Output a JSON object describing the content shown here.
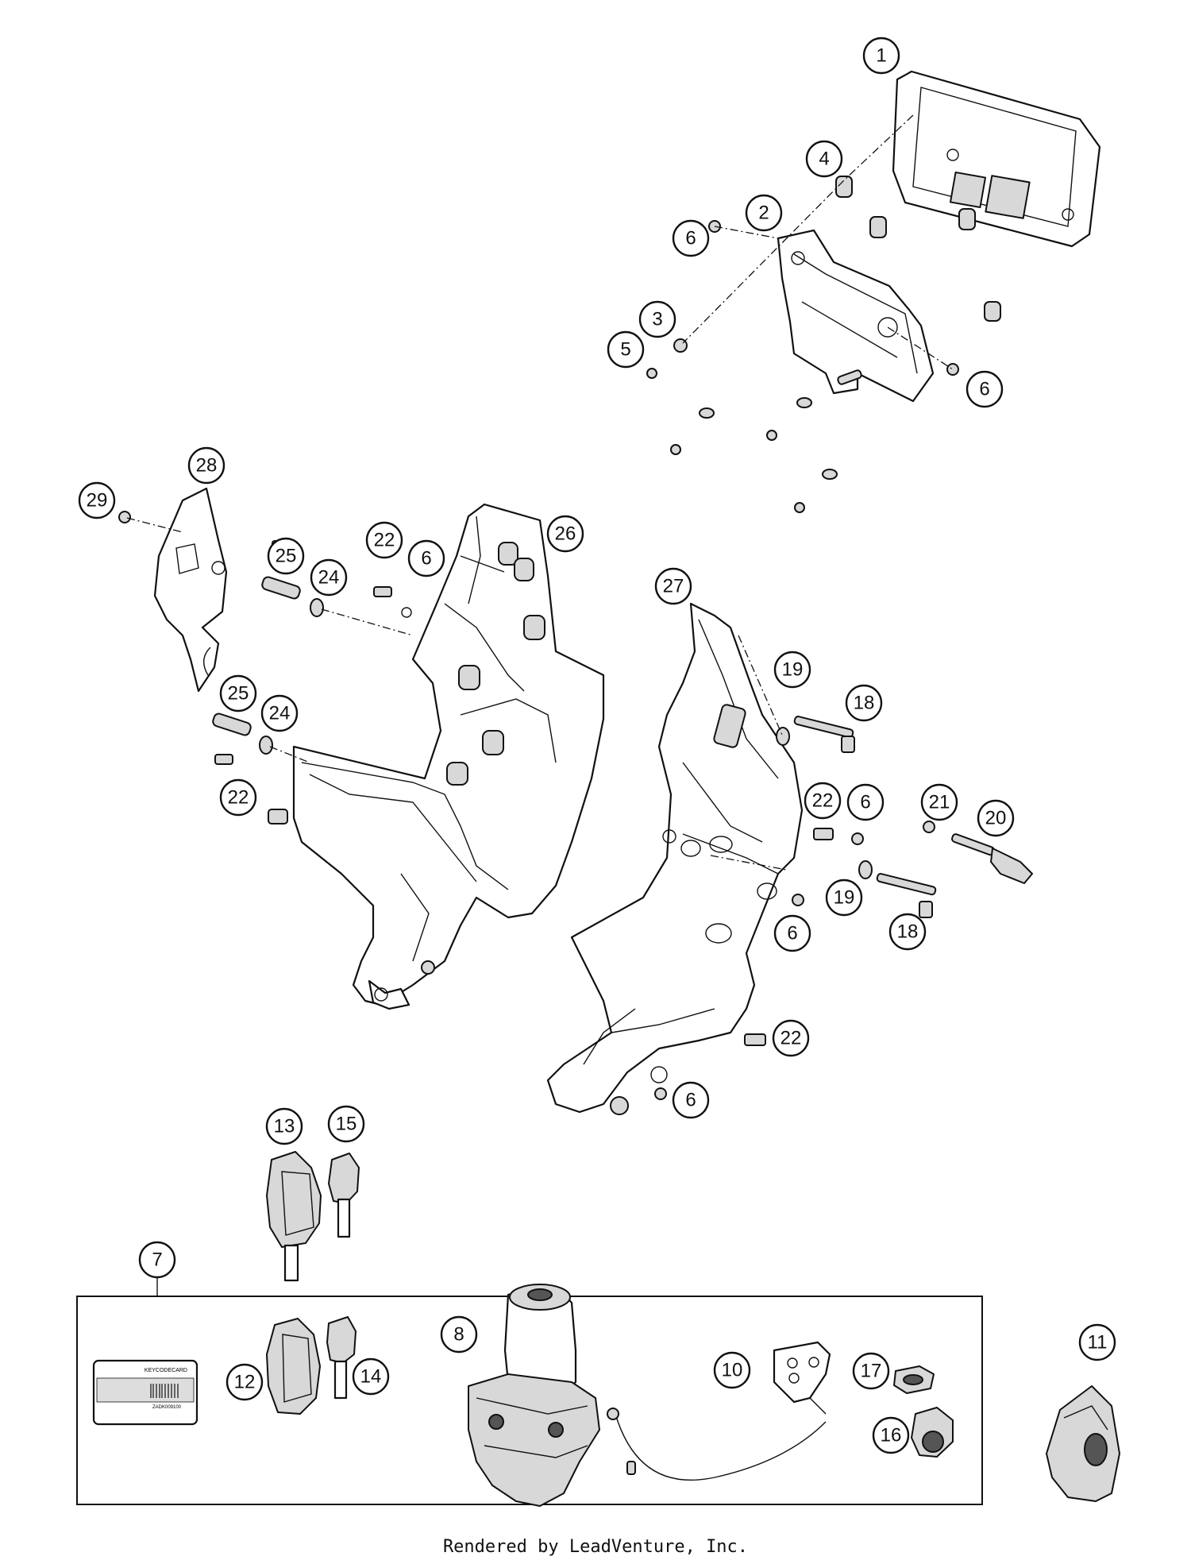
{
  "footer": {
    "text": "Rendered by LeadVenture, Inc."
  },
  "callouts": {
    "c1": "1",
    "c2": "2",
    "c3": "3",
    "c4": "4",
    "c5": "5",
    "c6a": "6",
    "c6b": "6",
    "c6c": "6",
    "c6d": "6",
    "c6e": "6",
    "c6f": "6",
    "c7": "7",
    "c8": "8",
    "c10": "10",
    "c11": "11",
    "c12": "12",
    "c13": "13",
    "c14": "14",
    "c15": "15",
    "c16": "16",
    "c17": "17",
    "c18a": "18",
    "c18b": "18",
    "c19a": "19",
    "c19b": "19",
    "c20": "20",
    "c21": "21",
    "c22a": "22",
    "c22b": "22",
    "c22c": "22",
    "c22d": "22",
    "c24a": "24",
    "c24b": "24",
    "c25a": "25",
    "c25b": "25",
    "c26": "26",
    "c27": "27",
    "c28": "28",
    "c29": "29"
  },
  "key_code_card": {
    "title": "KEYCODECARD",
    "code": "ZADK009100"
  }
}
